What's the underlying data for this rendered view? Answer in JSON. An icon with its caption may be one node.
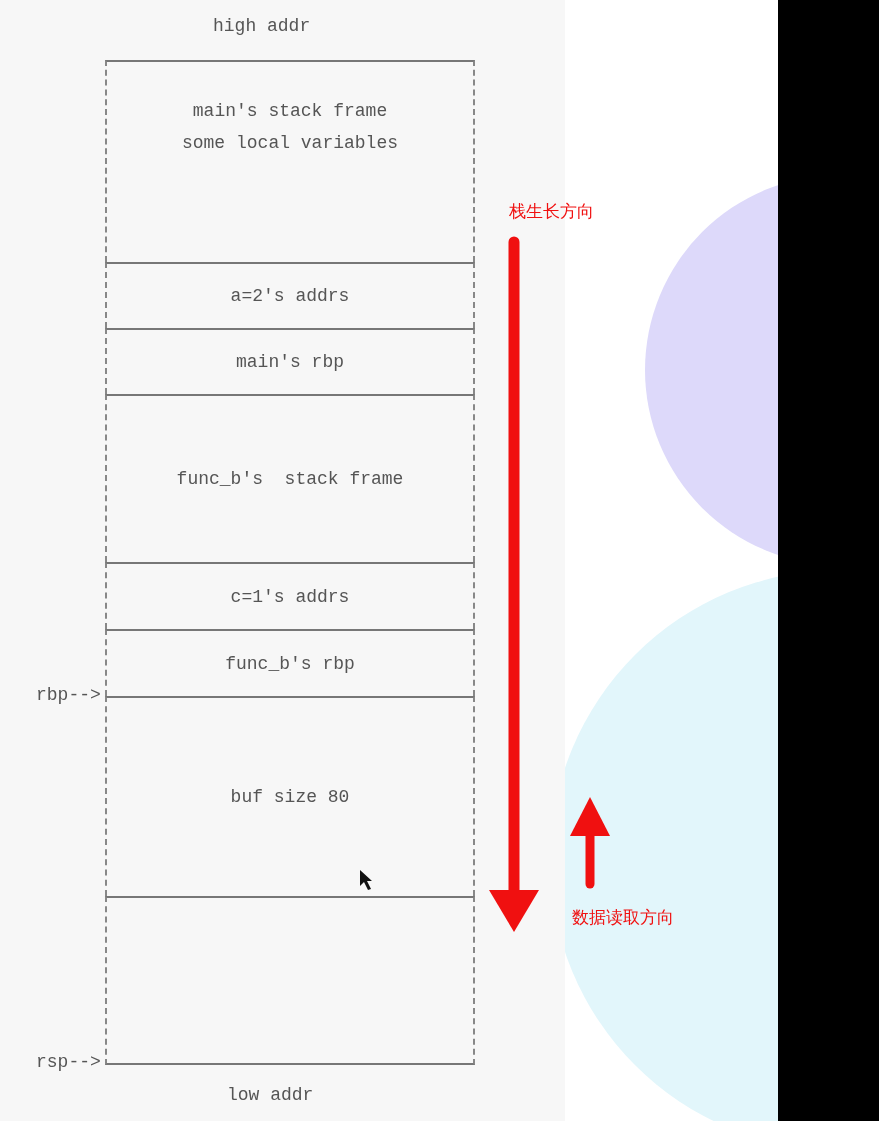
{
  "diagram": {
    "nodes": [
      {
        "text": [
          "main's stack frame",
          "some local variables"
        ]
      },
      {
        "text": [
          "a=2's addrs"
        ]
      },
      {
        "text": [
          "main's rbp"
        ]
      },
      {
        "text": [
          "func_b's  stack frame"
        ]
      },
      {
        "text": [
          "c=1's addrs"
        ]
      },
      {
        "text": [
          "func_b's rbp"
        ]
      },
      {
        "text": [
          "buf size 80"
        ]
      },
      {
        "text": [],
        "shape": "box"
      }
    ],
    "labels": [
      "high addr",
      "栈生长方向",
      "rbp-->",
      "数据读取方向",
      "rsp-->",
      "low addr"
    ]
  }
}
